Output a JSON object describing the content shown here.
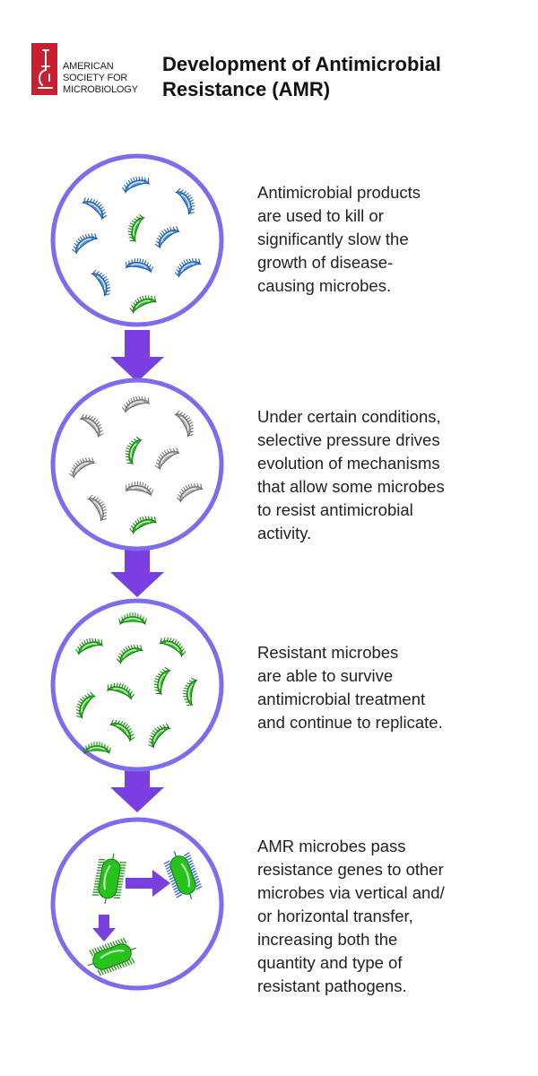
{
  "logo": {
    "lines": [
      "AMERICAN",
      "SOCIETY FOR",
      "MICROBIOLOGY"
    ],
    "color": "#c8202f"
  },
  "title": {
    "lines": [
      "Development of Antimicrobial",
      "Resistance (AMR)"
    ]
  },
  "colors": {
    "circle_border": "#7b6cf0",
    "arrow": "#7a3fe0",
    "susceptible_microbe": "#3d8ef0",
    "inactive_microbe": "#a9a9a9",
    "resistant_microbe": "#27c21c",
    "transferred_gene_microbe": "#2f63e8"
  },
  "steps": [
    {
      "text_lines": [
        "Antimicrobial products",
        "are used to kill or",
        "significantly slow the",
        "growth of disease-",
        "causing microbes."
      ]
    },
    {
      "text_lines": [
        "Under certain conditions,",
        "selective pressure drives",
        "evolution of mechanisms",
        "that allow some microbes",
        "to resist antimicrobial",
        "activity."
      ]
    },
    {
      "text_lines": [
        "Resistant microbes",
        "are able to survive",
        "antimicrobial treatment",
        "and continue to replicate."
      ]
    },
    {
      "text_lines": [
        "AMR microbes pass",
        "resistance genes to other",
        "microbes via vertical and/",
        "or horizontal transfer,",
        "increasing both the",
        "quantity and type of",
        "resistant pathogens."
      ]
    }
  ]
}
